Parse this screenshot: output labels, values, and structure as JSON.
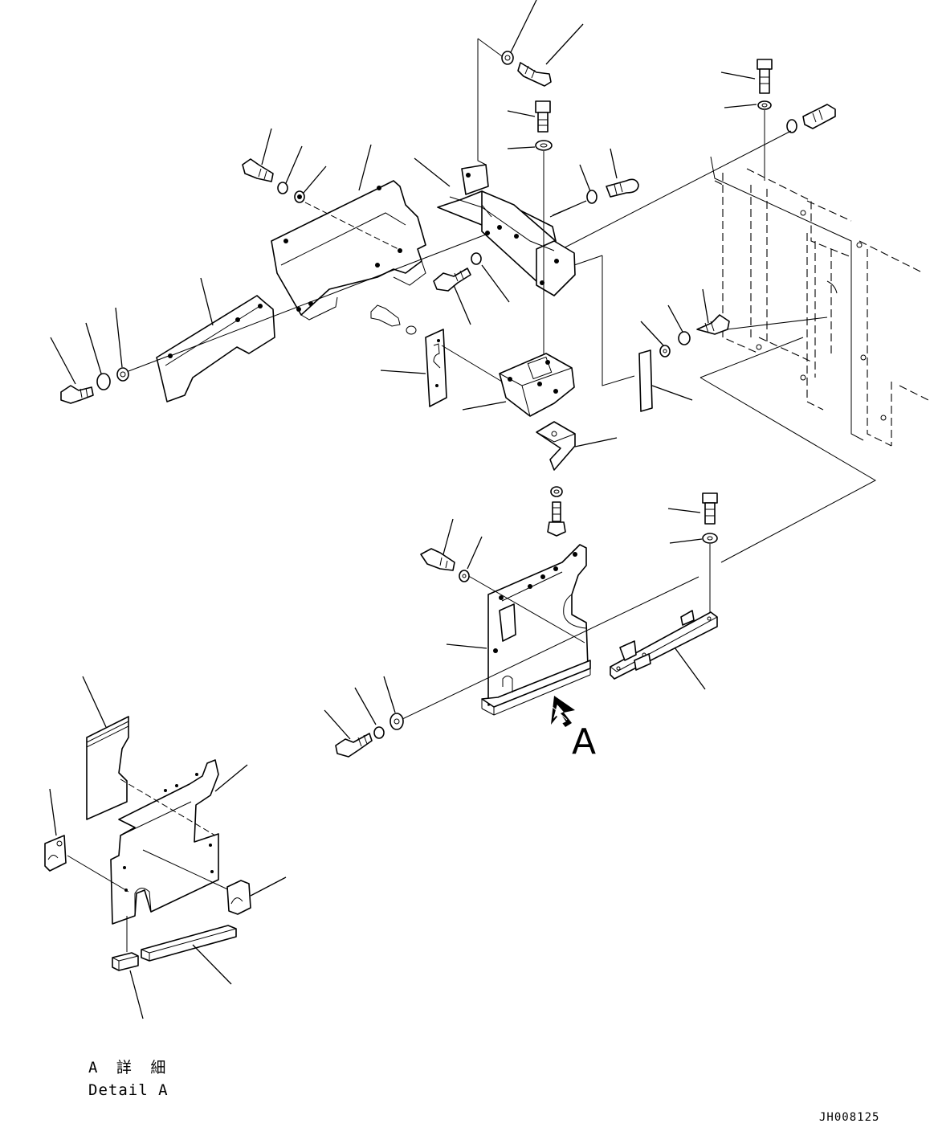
{
  "drawing": {
    "view_arrow_label": "A",
    "detail_caption_jp": "A 詳 細",
    "detail_caption_en": "Detail A",
    "drawing_number": "JH008125"
  },
  "colors": {
    "ink": "#000000",
    "paper": "#ffffff"
  }
}
